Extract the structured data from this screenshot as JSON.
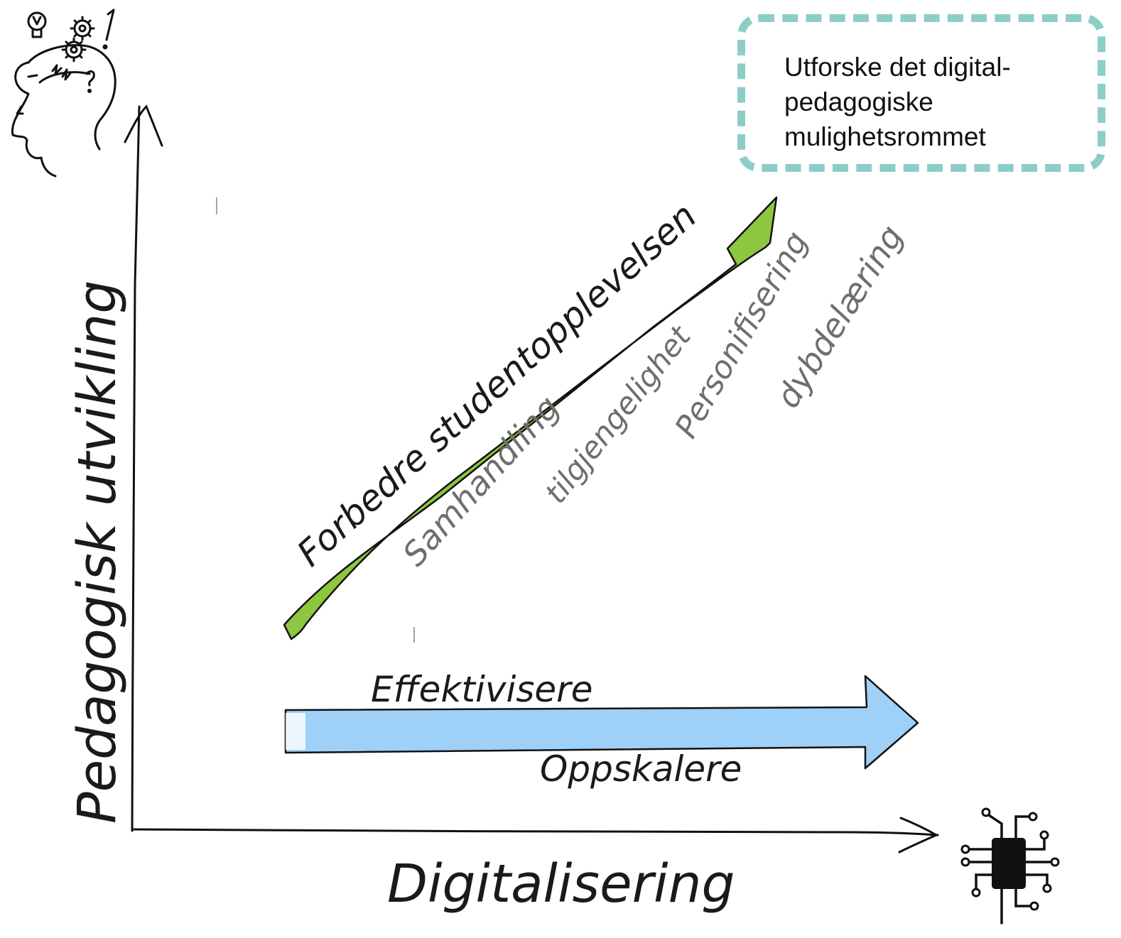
{
  "diagram": {
    "y_axis_label": "Pedagogisk utvikling",
    "x_axis_label": "Digitalisering",
    "green_arrow": {
      "label": "Forbedre studentopplevelsen",
      "color": "#8dc63f",
      "keywords": [
        "Samhandling",
        "tilgjengelighet",
        "Personifisering",
        "dybdelæring"
      ]
    },
    "blue_arrow": {
      "label_above": "Effektivisere",
      "label_below": "Oppskalere",
      "color": "#9fd0f7"
    },
    "callout": {
      "text": "Utforske det digital-pedagogiske mulighetsrommet",
      "border_color": "#8dcdc8"
    },
    "icons": [
      "head-with-gears-icon",
      "chip-icon"
    ]
  }
}
